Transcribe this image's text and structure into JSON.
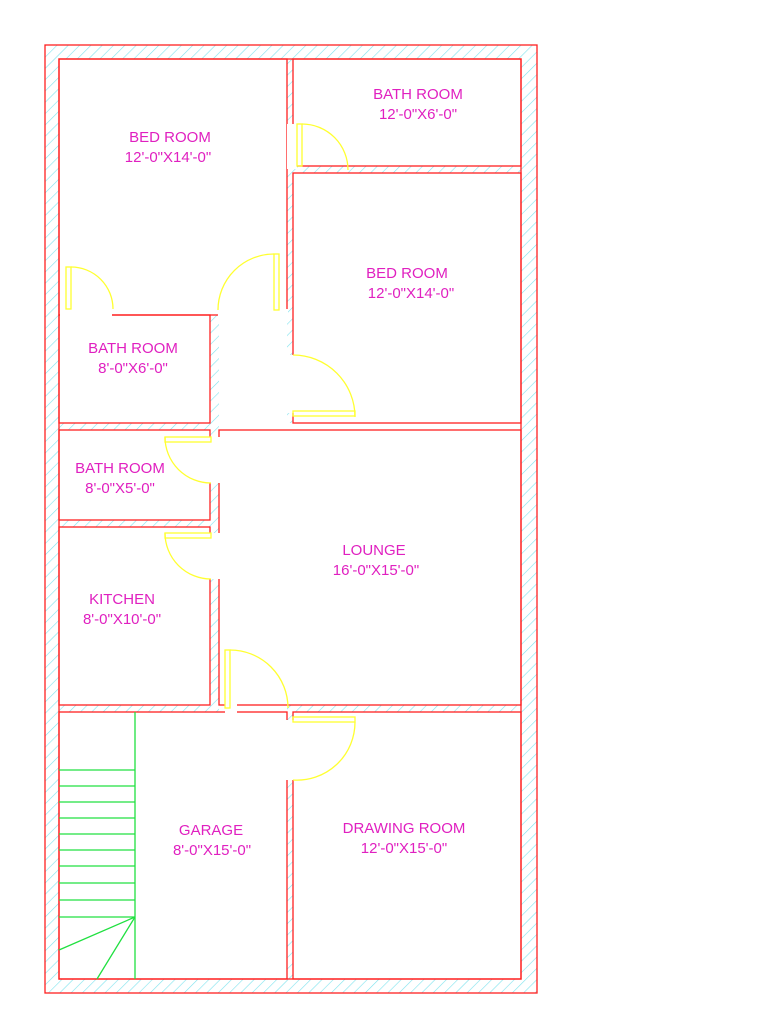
{
  "plan": {
    "colors": {
      "wall": "#ff2020",
      "hatch": "#7fe3ee",
      "door": "#ffff30",
      "stairs": "#20e040",
      "label": "#e020c0",
      "background": "#ffffff"
    },
    "rooms": [
      {
        "id": "bed-room-1",
        "name": "BED ROOM",
        "size": "12'-0\"X14'-0\""
      },
      {
        "id": "bath-room-1",
        "name": "BATH ROOM",
        "size": "12'-0\"X6'-0\""
      },
      {
        "id": "bed-room-2",
        "name": "BED ROOM",
        "size": "12'-0\"X14'-0\""
      },
      {
        "id": "bath-room-2",
        "name": "BATH ROOM",
        "size": "8'-0\"X6'-0\""
      },
      {
        "id": "bath-room-3",
        "name": "BATH ROOM",
        "size": "8'-0\"X5'-0\""
      },
      {
        "id": "lounge",
        "name": "LOUNGE",
        "size": "16'-0\"X15'-0\""
      },
      {
        "id": "kitchen",
        "name": "KITCHEN",
        "size": "8'-0\"X10'-0\""
      },
      {
        "id": "garage",
        "name": "GARAGE",
        "size": "8'-0\"X15'-0\""
      },
      {
        "id": "drawing-room",
        "name": "DRAWING ROOM",
        "size": "12'-0\"X15'-0\""
      }
    ]
  }
}
